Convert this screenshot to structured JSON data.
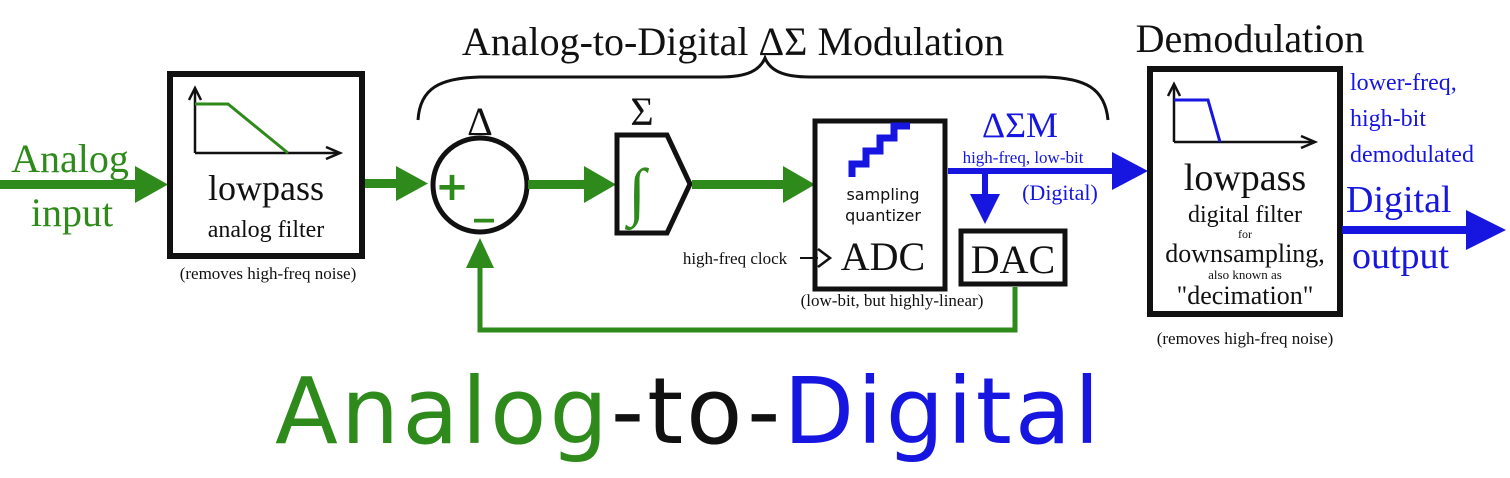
{
  "colors": {
    "green": "#2e8a1a",
    "blue": "#1616e0",
    "black": "#111111"
  },
  "headings": {
    "modulation": "Analog-to-Digital ΔΣ Modulation",
    "demodulation": "Demodulation"
  },
  "input": {
    "line1": "Analog",
    "line2": "input"
  },
  "analog_filter": {
    "title": "lowpass",
    "subtitle": "analog filter",
    "note": "(removes high-freq noise)"
  },
  "delta": {
    "symbol": "Δ",
    "plus": "+",
    "minus": "_"
  },
  "sigma": {
    "symbol": "Σ",
    "integral": "∫"
  },
  "adc": {
    "line1": "sampling",
    "line2": "quantizer",
    "label": "ADC",
    "clock": "high-freq clock",
    "note": "(low-bit, but highly-linear)"
  },
  "dsm_signal": {
    "symbol": "ΔΣM",
    "desc": "high-freq, low-bit",
    "kind": "(Digital)"
  },
  "dac": {
    "label": "DAC"
  },
  "digital_filter": {
    "title": "lowpass",
    "line1": "digital filter",
    "line2": "for",
    "line3": "downsampling,",
    "line4": "also known as",
    "line5": "\"decimation\"",
    "note": "(removes high-freq noise)"
  },
  "output": {
    "desc1": "lower-freq,",
    "desc2": "high-bit",
    "desc3": "demodulated",
    "line1": "Digital",
    "line2": "output"
  },
  "banner": {
    "part1": "Analog",
    "part2": "-to-",
    "part3": "Digital"
  }
}
